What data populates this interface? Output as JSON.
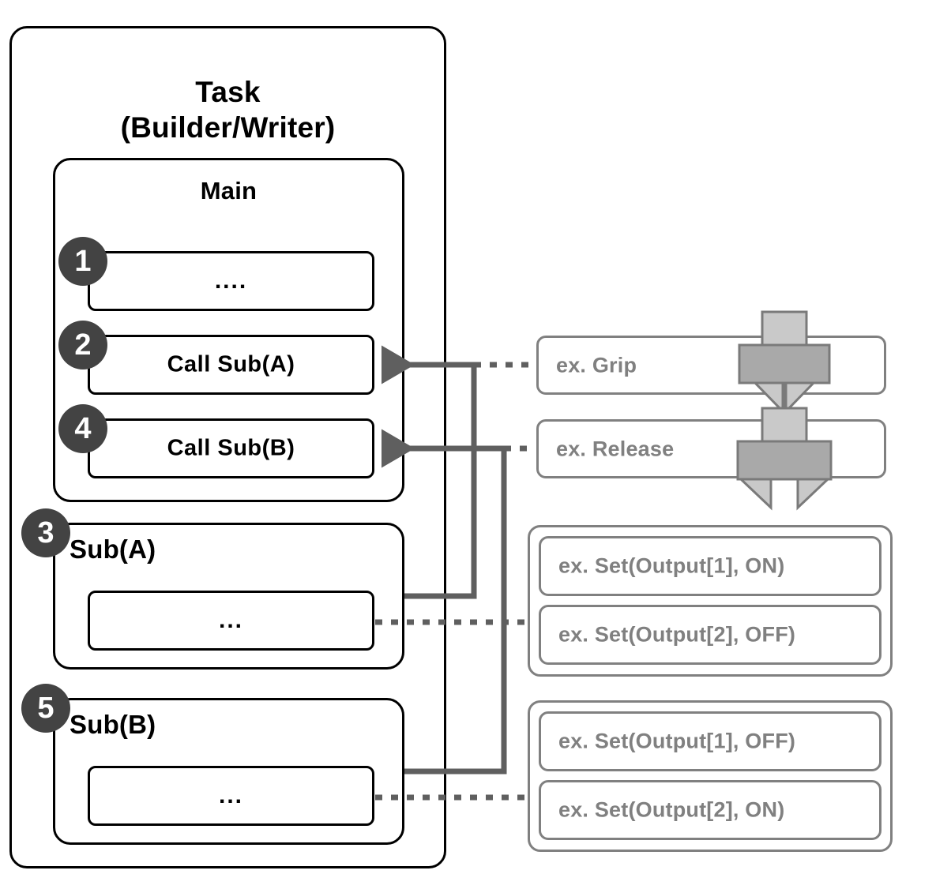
{
  "task": {
    "title_line1": "Task",
    "title_line2": "(Builder/Writer)",
    "main": {
      "title": "Main",
      "steps": [
        {
          "num": "1",
          "label": "...."
        },
        {
          "num": "2",
          "label": "Call Sub(A)"
        },
        {
          "num": "4",
          "label": "Call Sub(B)"
        }
      ]
    },
    "subs": [
      {
        "num": "3",
        "title": "Sub(A)",
        "body": "..."
      },
      {
        "num": "5",
        "title": "Sub(B)",
        "body": "..."
      }
    ]
  },
  "examples": {
    "gripper_actions": [
      {
        "label": "ex. Grip",
        "icon": "gripper-closed-icon"
      },
      {
        "label": "ex. Release",
        "icon": "gripper-open-icon"
      }
    ],
    "output_groups": [
      {
        "group_name": "sub-a-outputs",
        "items": [
          {
            "label": "ex. Set(Output[1], ON)"
          },
          {
            "label": "ex. Set(Output[2], OFF)"
          }
        ]
      },
      {
        "group_name": "sub-b-outputs",
        "items": [
          {
            "label": "ex. Set(Output[1], OFF)"
          },
          {
            "label": "ex. Set(Output[2], ON)"
          }
        ]
      }
    ]
  },
  "colors": {
    "outline_black": "#000000",
    "outline_gray": "#808080",
    "badge_fill": "#434343",
    "badge_text": "#ffffff",
    "connector_gray": "#5f5f5f",
    "gripper_light": "#c9c9c9",
    "gripper_dark": "#a9a9a9",
    "gripper_stroke": "#7a7a7a"
  }
}
